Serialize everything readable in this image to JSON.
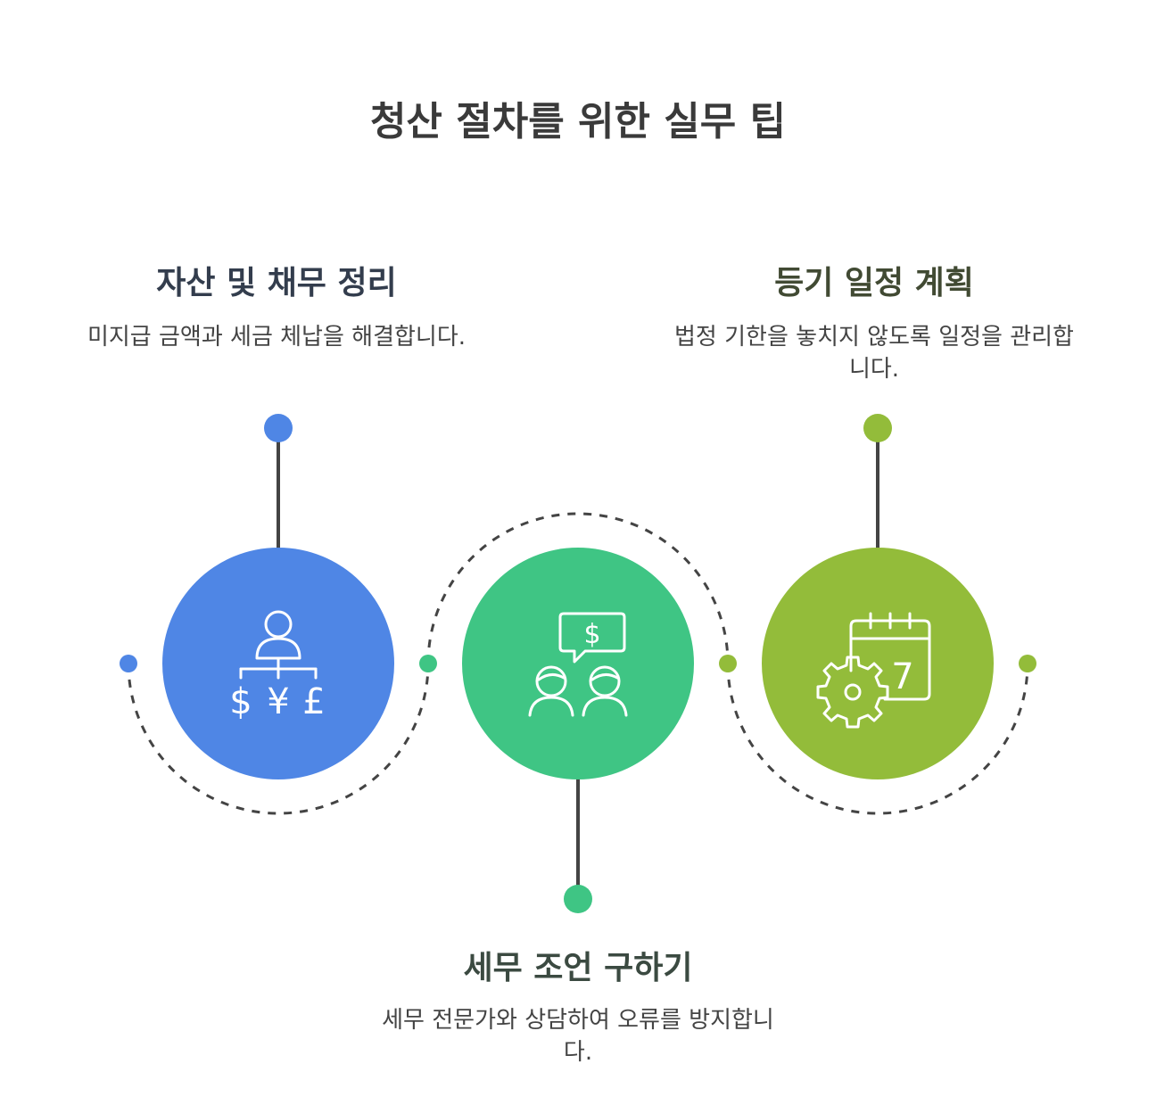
{
  "title": "청산 절차를 위한 실무 팁",
  "steps": [
    {
      "title": "자산 및 채무 정리",
      "description": "미지급 금액과 세금 체납을 해결합니다.",
      "color": "#4f86e5",
      "icon": "currency-exchange-person-icon",
      "currency_symbols": [
        "$",
        "¥",
        "£"
      ]
    },
    {
      "title": "세무 조언 구하기",
      "description": "세무 전문가와 상담하여 오류를 방지합니다.",
      "color": "#3fc584",
      "icon": "consultation-dollar-icon",
      "currency_symbols": [
        "$"
      ]
    },
    {
      "title": "등기 일정 계획",
      "description": "법정 기한을 놓치지 않도록 일정을 관리합니다.",
      "color": "#93bc3a",
      "icon": "calendar-gear-icon",
      "calendar_day": "7"
    }
  ],
  "connector_color": "#444444"
}
